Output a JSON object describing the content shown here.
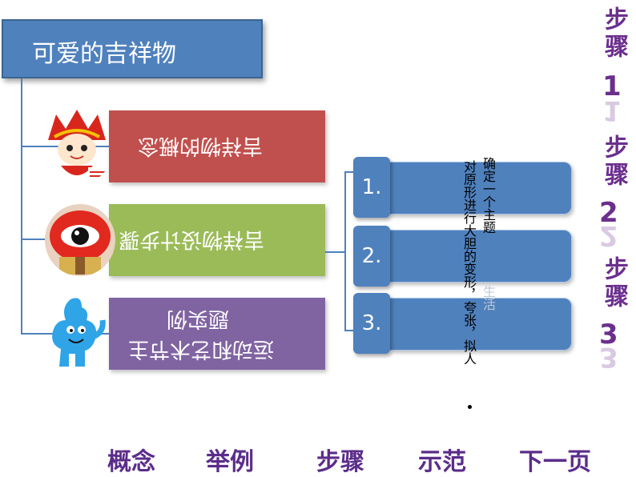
{
  "title": "可爱的吉祥物",
  "panels": {
    "concept": "吉祥物的概念",
    "design_steps": "吉祥物设计步骤",
    "example_line1": "运动和艺术节主",
    "example_line2": "题实例"
  },
  "steps": {
    "num1": "1.",
    "num2": "2.",
    "num3": "3.",
    "vertical_note_col1": "对原形进行大胆的变形，夸张，拟人",
    "vertical_note_col2": "确定一个主题",
    "vertical_note_faded": "生活"
  },
  "side_steps": [
    {
      "label": "步骤",
      "number": "1"
    },
    {
      "label": "步骤",
      "number": "2"
    },
    {
      "label": "步骤",
      "number": "3"
    }
  ],
  "nav": {
    "concept": "概念",
    "example": "举例",
    "steps": "步骤",
    "demo": "示范",
    "next": "下一页"
  },
  "colors": {
    "blue": "#4f81bd",
    "red": "#c0504d",
    "green": "#9bbb59",
    "purple": "#8064a2",
    "nav_text": "#5b2d8a"
  },
  "icons": {
    "mascot1": "fuwa-huanhuan-mascot",
    "mascot2": "red-eye-mascot",
    "mascot3": "haibao-mascot"
  }
}
